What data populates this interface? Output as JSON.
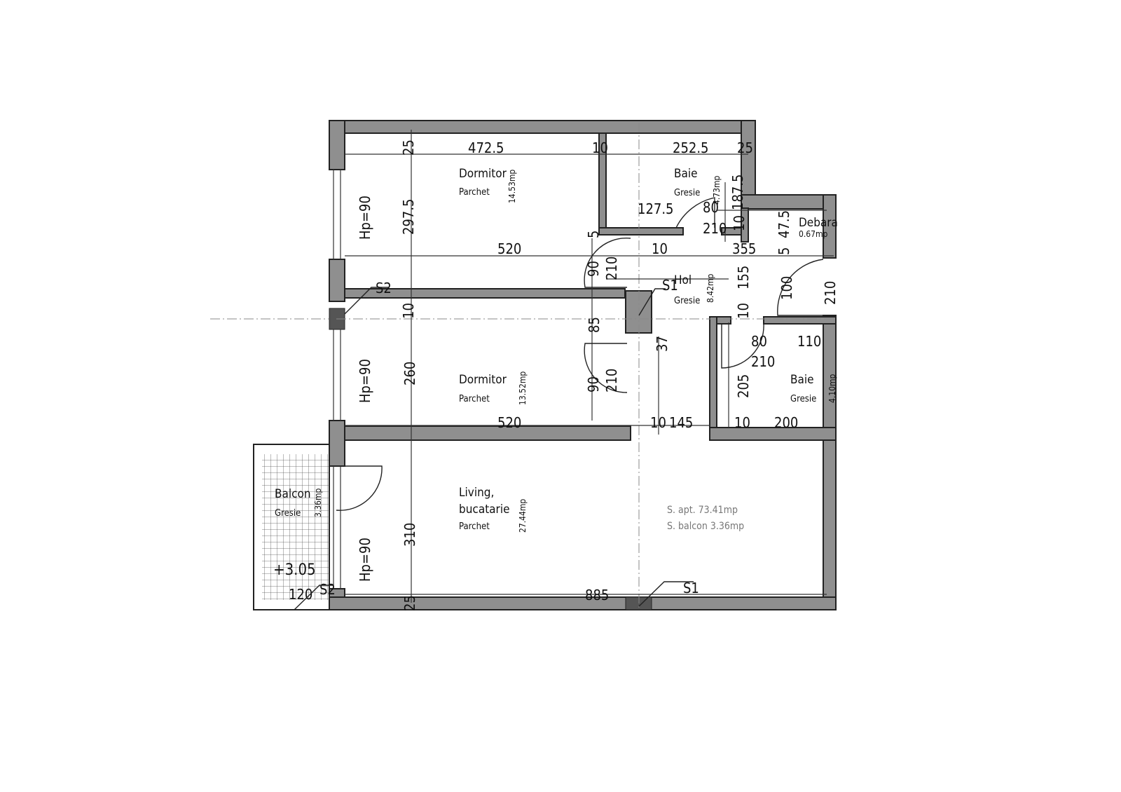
{
  "rooms": {
    "dormitor1": {
      "name": "Dormitor",
      "finish": "Parchet",
      "area": "14.53mp"
    },
    "baie1": {
      "name": "Baie",
      "finish": "Gresie",
      "area": "4.73mp"
    },
    "debara": {
      "name": "Debara",
      "area": "0.67mp"
    },
    "hol": {
      "name": "Hol",
      "finish": "Gresie",
      "area": "8.42mp"
    },
    "dormitor2": {
      "name": "Dormitor",
      "finish": "Parchet",
      "area": "13.52mp"
    },
    "baie2": {
      "name": "Baie",
      "finish": "Gresie",
      "area": "4.10mp"
    },
    "living": {
      "name1": "Living,",
      "name2": "bucatarie",
      "finish": "Parchet",
      "area": "27.44mp"
    },
    "balcon": {
      "name": "Balcon",
      "finish": "Gresie",
      "area": "3.36mp",
      "level": "+3.05"
    }
  },
  "dims": {
    "d25a": "25",
    "d4725": "472.5",
    "d10a": "10",
    "d2525": "252.5",
    "d25b": "25",
    "d2975": "297.5",
    "d1875": "187.5",
    "d1275": "127.5",
    "d80a": "80",
    "d210a": "210",
    "d10b": "10",
    "d475": "47.5",
    "d5a": "5",
    "d5b": "5",
    "d520a": "520",
    "d10c": "10",
    "d355": "355",
    "d90a": "90",
    "d210b": "210",
    "d155": "155",
    "d100": "100",
    "d210c": "210",
    "d10d": "10",
    "d10e": "10",
    "d85": "85",
    "d37": "37",
    "d80b": "80",
    "d110": "110",
    "d210d": "210",
    "d260": "260",
    "d90b": "90",
    "d210e": "210",
    "d205": "205",
    "d520b": "520",
    "d10f": "10",
    "d145": "145",
    "d10g": "10",
    "d200": "200",
    "d310": "310",
    "d25c": "25",
    "d885": "885",
    "d120": "120"
  },
  "labels": {
    "hp1": "Hp=90",
    "hp2": "Hp=90",
    "hp3": "Hp=90",
    "s2a": "S2",
    "s1a": "S1",
    "s2b": "S2",
    "s1b": "S1"
  },
  "summary": {
    "line1": "S. apt. 73.41mp",
    "line2": "S. balcon 3.36mp"
  }
}
